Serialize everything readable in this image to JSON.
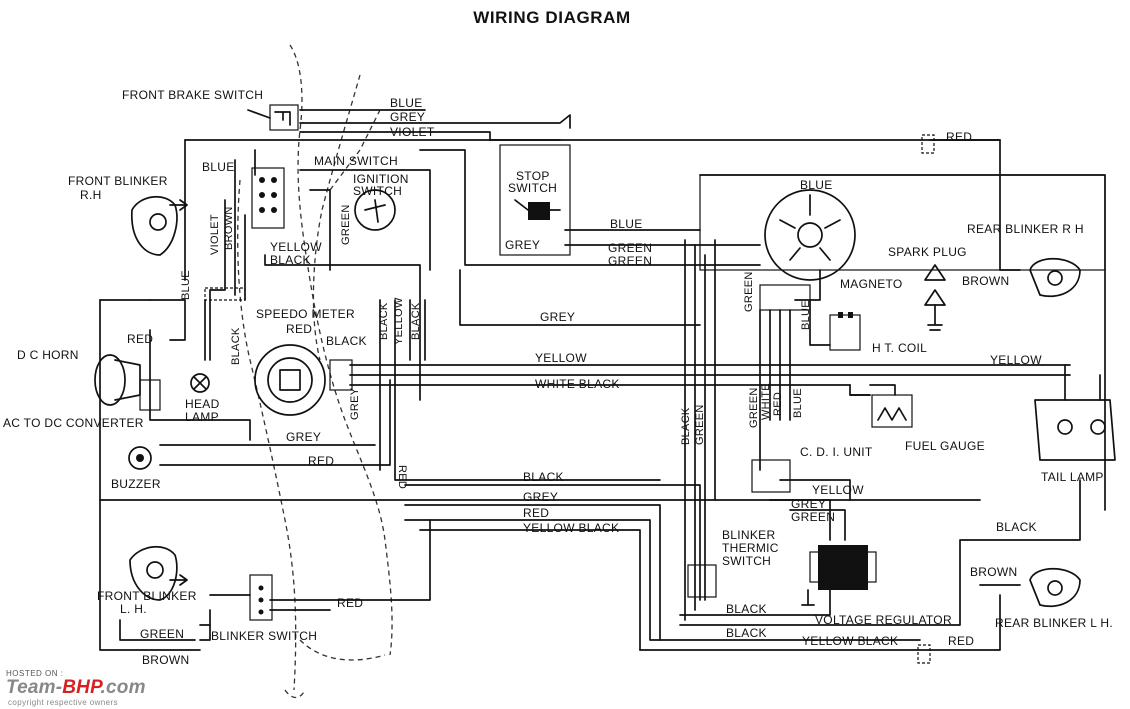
{
  "title": "WIRING DIAGRAM",
  "labels": {
    "front_brake_switch": "FRONT BRAKE SWITCH",
    "blue_top": "BLUE",
    "grey_top": "GREY",
    "violet_top": "VIOLET",
    "red_top": "RED",
    "main_switch": "MAIN SWITCH",
    "blue_main": "BLUE",
    "ignition_switch_1": "IGNITION",
    "ignition_switch_2": "SWITCH",
    "front_blinker_rh_1": "FRONT BLINKER",
    "front_blinker_rh_2": "R.H",
    "stop_switch_1": "STOP",
    "stop_switch_2": "SWITCH",
    "grey_stop": "GREY",
    "blue_stop": "BLUE",
    "green_1": "GREEN",
    "green_2": "GREEN",
    "blue_magneto": "BLUE",
    "violet_v": "VIOLET",
    "brown_v": "BROWN",
    "green_v1": "GREEN",
    "yellow_black_sw_1": "YELLOW",
    "yellow_black_sw_2": "BLACK",
    "blue_v_left": "BLUE",
    "rear_blinker_rh": "REAR BLINKER R H",
    "spark_plug": "SPARK PLUG",
    "brown_rh": "BROWN",
    "magneto": "MAGNETO",
    "green_mag_v": "GREEN",
    "blue_mag_v": "BLUE",
    "ht_coil": "H T. COIL",
    "speedo_meter": "SPEEDO METER",
    "red_speedo": "RED",
    "black_speedo": "BLACK",
    "black_v1": "BLACK",
    "yellow_v1": "YELLOW",
    "black_v2": "BLACK",
    "black_v3": "BLACK",
    "grey_mid": "GREY",
    "red_horn": "RED",
    "dc_horn": "D C HORN",
    "head_lamp_1": "HEAD",
    "head_lamp_2": "LAMP",
    "ac_dc": "AC TO DC CONVERTER",
    "yellow_mid": "YELLOW",
    "yellow_right": "YELLOW",
    "white_black": "WHITE BLACK",
    "grey_v_speedo": "GREY",
    "black_v_cdi": "BLACK",
    "green_v_cdi": "GREEN",
    "green_cdi": "GREEN",
    "white_cdi": "WHITE",
    "red_cdi": "RED",
    "blue_cdi": "BLUE",
    "fuel_gauge": "FUEL GAUGE",
    "grey_buzzer": "GREY",
    "red_buzzer": "RED",
    "red_v": "RED",
    "cdi_unit": "C. D. I. UNIT",
    "buzzer": "BUZZER",
    "tail_lamp": "TAIL LAMP",
    "black_bus": "BLACK",
    "yellow_cdi": "YELLOW",
    "grey_bus": "GREY",
    "grey_vr": "GREY",
    "red_bus": "RED",
    "green_vr": "GREEN",
    "yellow_black_bus": "YELLOW BLACK",
    "black_rear": "BLACK",
    "blinker_thermic_1": "BLINKER",
    "blinker_thermic_2": "THERMIC",
    "blinker_thermic_3": "SWITCH",
    "front_blinker_lh_1": "FRONT BLINKER",
    "front_blinker_lh_2": "L. H.",
    "red_blinker_sw": "RED",
    "brown_lh": "BROWN",
    "black_vr": "BLACK",
    "green_lh": "GREEN",
    "blinker_switch": "BLINKER SWITCH",
    "voltage_regulator": "VOLTAGE REGULATOR",
    "rear_blinker_lh": "REAR BLINKER L H.",
    "black_bottom": "BLACK",
    "yellow_black_bottom": "YELLOW BLACK",
    "red_bottom": "RED",
    "brown_bottom": "BROWN"
  },
  "watermark": {
    "hosted_on": "HOSTED ON :",
    "brand_a": "Team-",
    "brand_b": "BHP",
    "brand_c": ".com",
    "copyright": "copyright respective owners"
  },
  "colors": {
    "ink": "#111111",
    "background": "#ffffff",
    "brand_red": "#d42121"
  }
}
